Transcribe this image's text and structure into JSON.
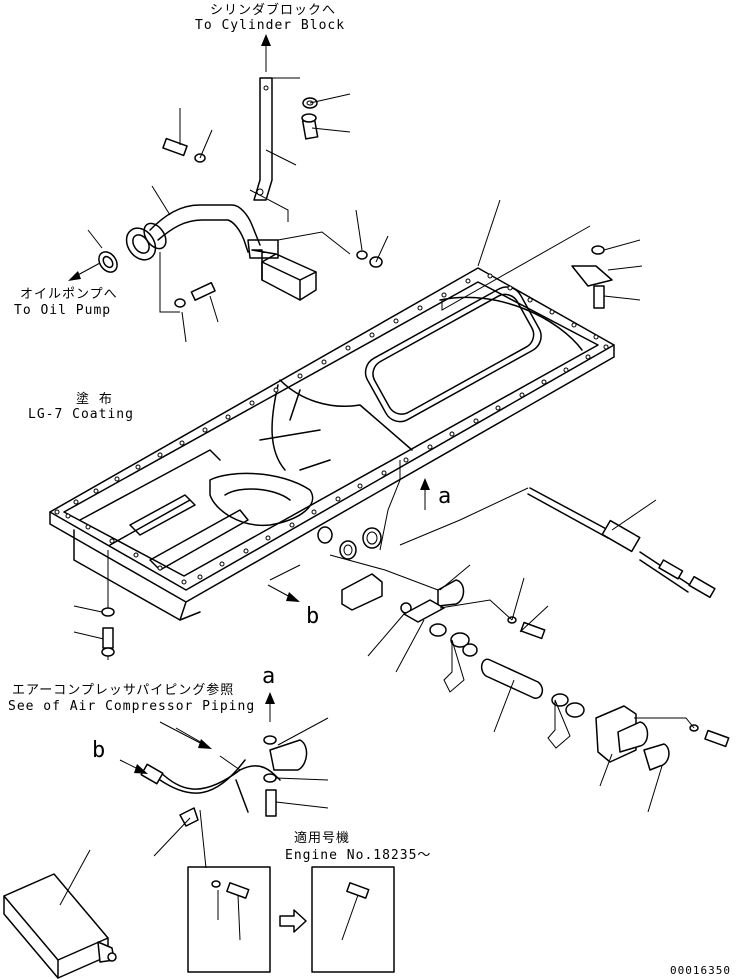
{
  "labels": {
    "cylinder_block_jp": "シリンダブロックへ",
    "cylinder_block_en": "To Cylinder Block",
    "oil_pump_jp": "オイルポンプへ",
    "oil_pump_en": "To Oil Pump",
    "coating_jp": "塗 布",
    "coating_en": "LG-7 Coating",
    "view_a_top": "a",
    "view_b_mid": "b",
    "air_comp_jp": "エアーコンプレッサパイピング参照",
    "air_comp_en": "See of Air Compressor Piping",
    "view_a_lower": "a",
    "view_b_lower": "b",
    "applicable_jp": "適用号機",
    "engine_no": "Engine No.18235～",
    "drawing_no": "00016350"
  },
  "colors": {
    "line": "#000000",
    "background": "#ffffff"
  }
}
